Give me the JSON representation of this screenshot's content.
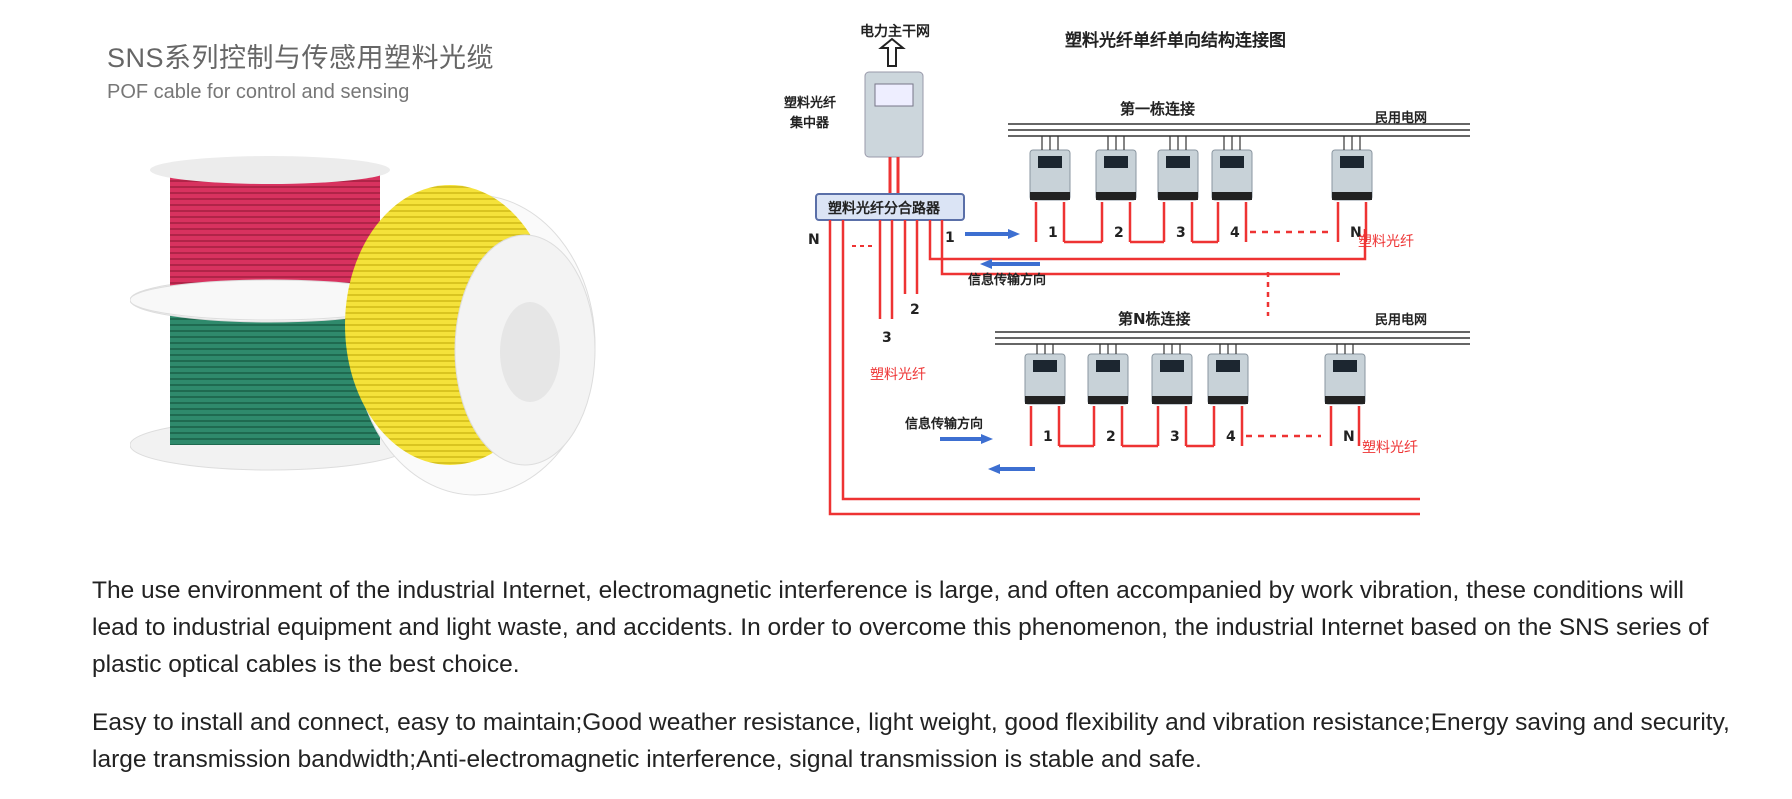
{
  "header": {
    "title_cn": "SNS系列控制与传感用塑料光缆",
    "title_en": "POF cable for control and sensing"
  },
  "diagram": {
    "title": "塑料光纤单纤单向结构连接图",
    "power_grid": "电力主干网",
    "concentrator": "塑料光纤\n集中器",
    "concentrator_line1": "塑料光纤",
    "concentrator_line2": "集中器",
    "splitter": "塑料光纤分合路器",
    "building_first": "第一栋连接",
    "building_n": "第N栋连接",
    "civil_grid": "民用电网",
    "fiber": "塑料光纤",
    "direction": "信息传输方向",
    "meter_labels": [
      "1",
      "2",
      "3",
      "4",
      "N"
    ],
    "port_labels": [
      "1",
      "2",
      "3",
      "N"
    ]
  },
  "description": {
    "paragraph1": "The use environment of the industrial Internet, electromagnetic interference is large, and often accompanied by work vibration, these conditions will lead to industrial equipment and light waste, and accidents. In order to overcome this phenomenon, the industrial Internet based on the SNS series of plastic optical cables is the best choice.",
    "paragraph2": "Easy to install and connect, easy to maintain;Good weather resistance, light weight, good flexibility and vibration resistance;Energy saving and security, large transmission bandwidth;Anti-electromagnetic interference, signal transmission is stable and safe."
  },
  "colors": {
    "fiber_red": "#e33333",
    "arrow_blue": "#3d6fd1",
    "spool_pink": "#d8325f",
    "spool_yellow": "#f5e23a",
    "spool_green": "#2f8a6c"
  }
}
